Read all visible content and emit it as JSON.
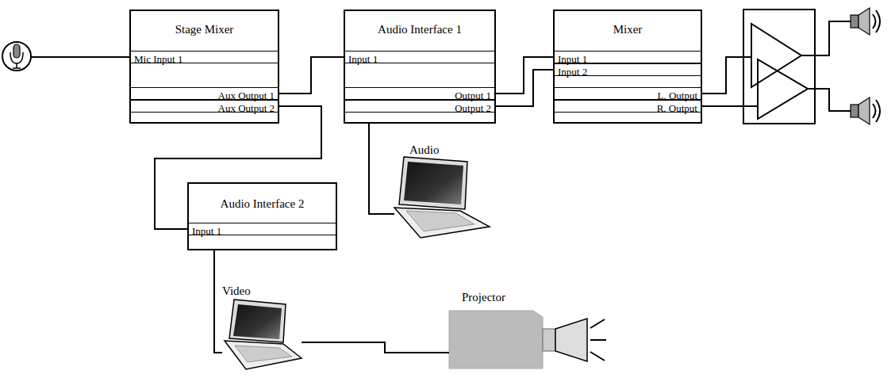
{
  "diagram": {
    "nodes": [
      {
        "text": [
          "Stage Mixer"
        ]
      },
      {
        "text": [
          "Mic Input 1"
        ],
        "in": 0
      },
      {
        "text": [
          "Aux Output 1"
        ],
        "in": 0
      },
      {
        "text": [
          "Aux Output 2"
        ],
        "in": 0
      },
      {
        "text": [
          "Audio Interface 1"
        ]
      },
      {
        "text": [
          "Input 1"
        ],
        "in": 4
      },
      {
        "text": [
          "Output 1"
        ],
        "in": 4
      },
      {
        "text": [
          "Output 2"
        ],
        "in": 4
      },
      {
        "text": [
          "Mixer"
        ]
      },
      {
        "text": [
          "Input 1"
        ],
        "in": 8
      },
      {
        "text": [
          "Input 2"
        ],
        "in": 8
      },
      {
        "text": [
          "L. Output"
        ],
        "in": 8
      },
      {
        "text": [
          "R. Output"
        ],
        "in": 8
      },
      {
        "text": [
          "Audio Interface 2"
        ]
      },
      {
        "text": [
          "Input 1"
        ],
        "in": 13
      },
      {
        "text": [
          "Audio"
        ]
      },
      {
        "text": [
          "Video"
        ]
      },
      {
        "text": [
          "Projector"
        ]
      }
    ],
    "edges": [
      {
        "from": 2,
        "to": 5,
        "arrow": "none"
      },
      {
        "from": 3,
        "to": 14,
        "arrow": "none"
      },
      {
        "from": 4,
        "to": 15,
        "arrow": "none"
      },
      {
        "from": 6,
        "to": 9,
        "arrow": "none"
      },
      {
        "from": 7,
        "to": 10,
        "arrow": "none"
      },
      {
        "from": 13,
        "to": 16,
        "arrow": "none"
      },
      {
        "from": 16,
        "to": 17,
        "arrow": "none"
      }
    ]
  }
}
